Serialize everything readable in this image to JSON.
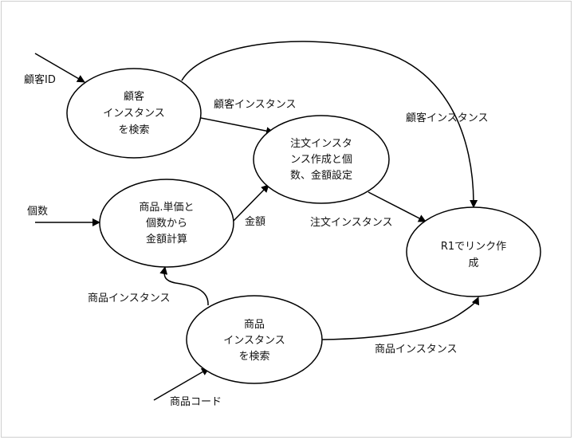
{
  "processes": {
    "customer_search": [
      "顧客",
      "インスタンス",
      "を検索"
    ],
    "order_create": [
      "注文インスタ",
      "ンス作成と個",
      "数、金額設定"
    ],
    "amount_calc": [
      "商品.単価と",
      "個数から",
      "金額計算"
    ],
    "product_search": [
      "商品",
      "インスタンス",
      "を検索"
    ],
    "link_create": [
      "R1でリンク作",
      "成"
    ]
  },
  "flow_labels": {
    "customer_id": "顧客ID",
    "customer_instance_to_order": "顧客インスタンス",
    "customer_instance_to_link": "顧客インスタンス",
    "quantity": "個数",
    "amount": "金額",
    "order_instance": "注文インスタンス",
    "product_instance_to_calc": "商品インスタンス",
    "product_instance_to_link": "商品インスタンス",
    "product_code": "商品コード"
  }
}
